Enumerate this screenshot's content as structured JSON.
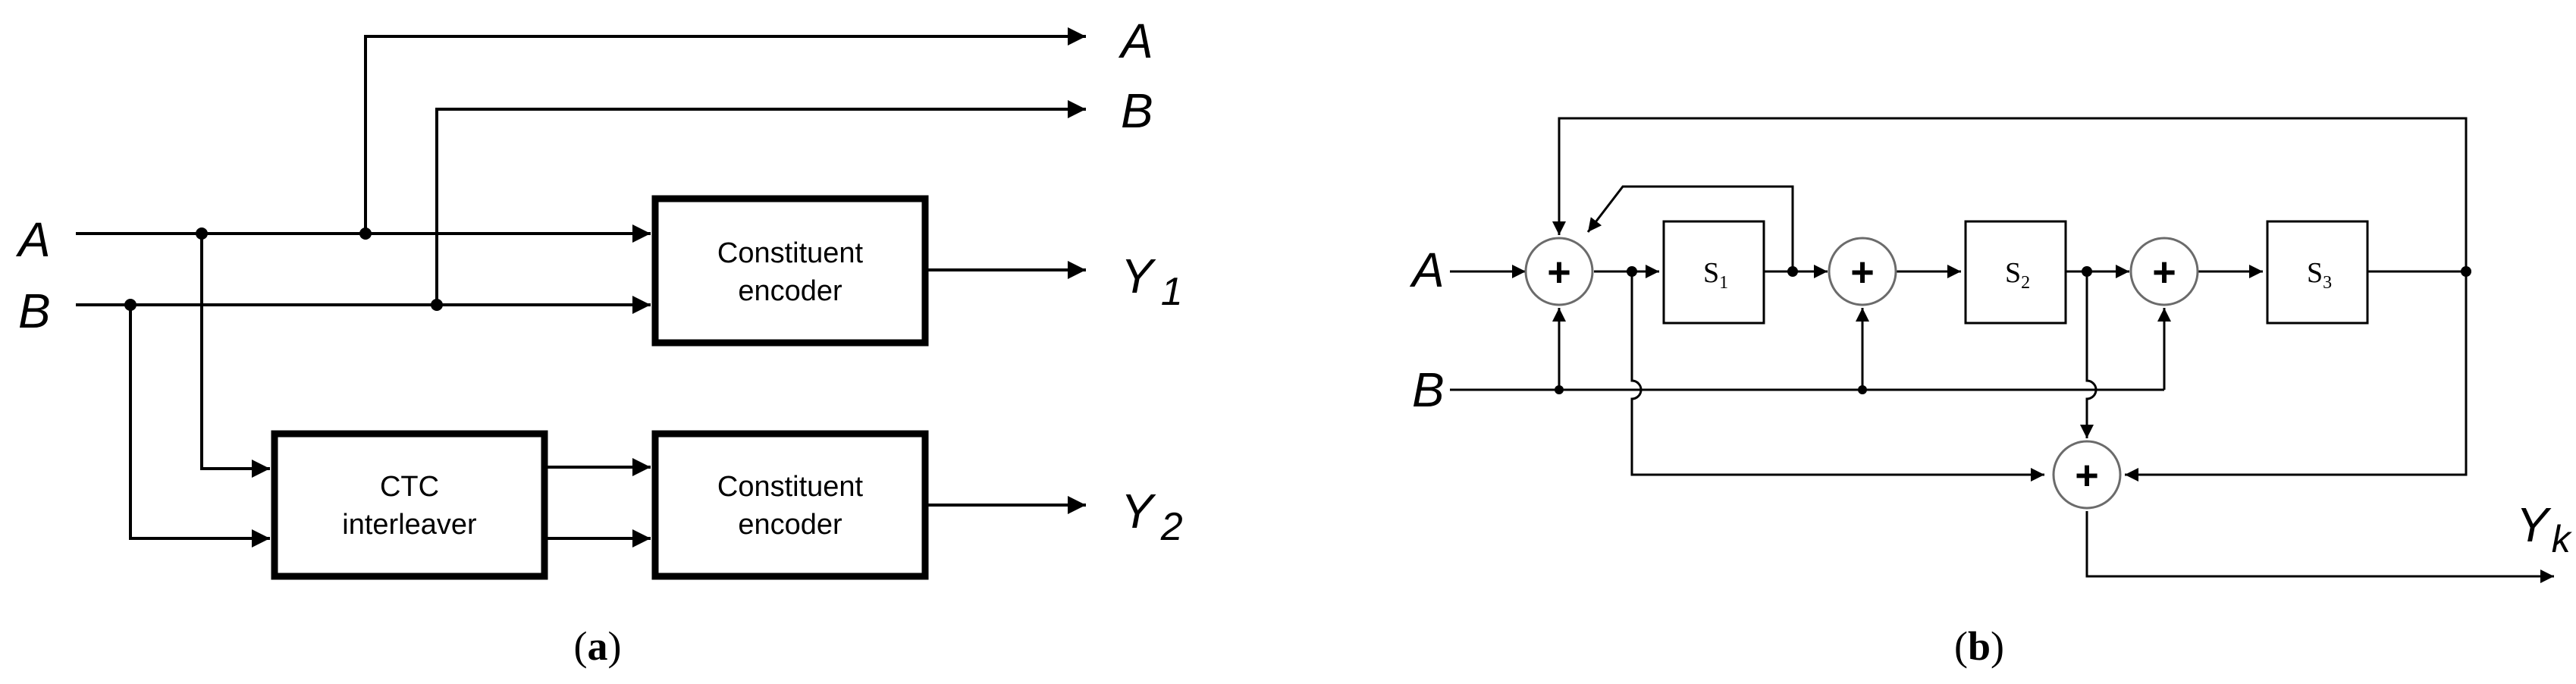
{
  "panel_a": {
    "caption_open": "(",
    "caption_letter": "a",
    "caption_close": ")",
    "inputs": [
      "A",
      "B"
    ],
    "outputs": [
      "A",
      "B",
      "Y",
      "1",
      "Y",
      "2"
    ],
    "encoder_top": [
      "Constituent",
      "encoder"
    ],
    "encoder_bottom": [
      "Constituent",
      "encoder"
    ],
    "interleaver": [
      "CTC",
      "interleaver"
    ]
  },
  "panel_b": {
    "caption_open": "(",
    "caption_letter": "b",
    "caption_close": ")",
    "inputs": [
      "A",
      "B"
    ],
    "output_main": "Y",
    "output_sub": "k",
    "states": [
      {
        "main": "S",
        "sub": "1"
      },
      {
        "main": "S",
        "sub": "2"
      },
      {
        "main": "S",
        "sub": "3"
      }
    ],
    "adder_symbol": "+"
  }
}
